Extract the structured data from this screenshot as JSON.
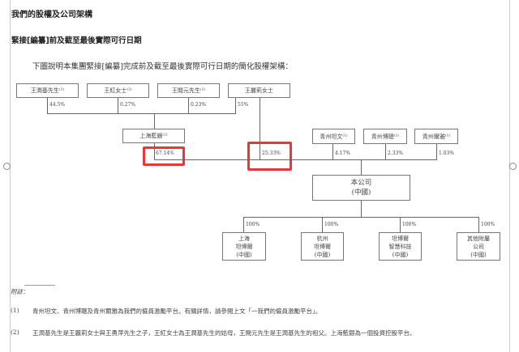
{
  "section_title": "我們的股權及公司架構",
  "subtitle": "緊接[編纂]前及截至最後實際可行日期",
  "intro": "下圖說明本集團緊接[編纂]完成前及截至最後實際可行日期的簡化股權架構：",
  "shareholders": [
    {
      "name": "王潤基先生⁽²⁾",
      "pct": "44.5%"
    },
    {
      "name": "王紅女士⁽²⁾",
      "pct": "0.27%"
    },
    {
      "name": "王閱元先生⁽²⁾",
      "pct": "0.23%"
    },
    {
      "name": "王麗莉女士",
      "pct": "55%"
    }
  ],
  "holding": {
    "name": "上海藍銀⁽²⁾",
    "pct": "67.14%"
  },
  "direct_pct": "25.33%",
  "platforms": [
    {
      "name": "青州坦文⁽¹⁾",
      "pct": "4.17%"
    },
    {
      "name": "青州博聰⁽¹⁾",
      "pct": "2.33%"
    },
    {
      "name": "青州爾雅⁽¹⁾",
      "pct": "1.03%"
    }
  ],
  "company": {
    "line1": "本公司",
    "line2": "(中國)"
  },
  "subsidiaries": [
    {
      "l1": "上海",
      "l2": "坦博爾",
      "l3": "(中國)",
      "pct": "100%"
    },
    {
      "l1": "杭州",
      "l2": "坦博爾",
      "l3": "(中國)",
      "pct": "100%"
    },
    {
      "l1": "坦博爾",
      "l2": "智慧科技",
      "l3": "(中國)",
      "pct": "100%"
    },
    {
      "l1": "其他附屬",
      "l2": "公司",
      "l3": "(中國)",
      "pct": "100%"
    }
  ],
  "notes_title": "附註：",
  "notes": [
    {
      "num": "(1)",
      "text": "青州坦文、青州博聰及青州爾雅為我們的僱員激勵平台。有關詳情，請參閱上文「一我們的僱員激勵平台」。"
    },
    {
      "num": "(2)",
      "text": "王潤基先生是王麗莉女士與王勇萍先生之子，王紅女士為王潤基先生的姑母，王閱元先生是王潤基先生的祖父。上海藍銀為一個投資控股平台。"
    }
  ]
}
